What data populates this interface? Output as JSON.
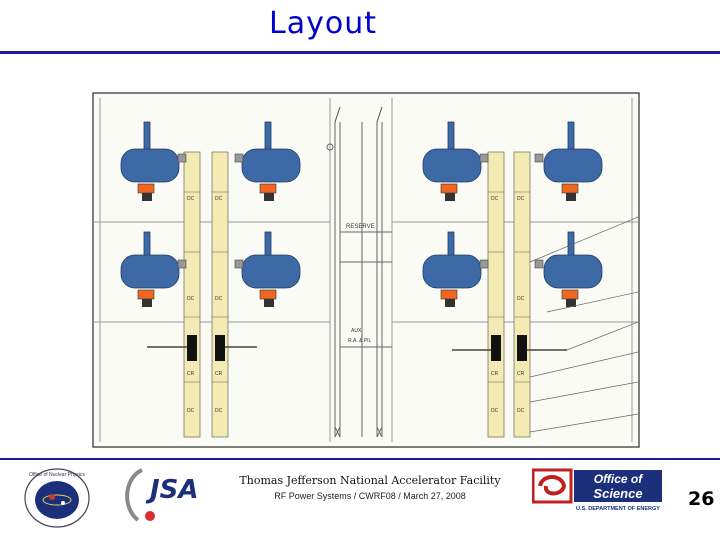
{
  "title": "Layout",
  "footer": {
    "organization": "Thomas Jefferson National Accelerator Facility",
    "subtitle": "RF Power Systems / CWRF08 / March 27, 2008",
    "page_number": "26"
  },
  "drawing_labels": {
    "dc": "DC",
    "cr": "CR",
    "reserve": "RESERVE",
    "aux": "AUX",
    "aux_sub": "R.A. & PIL"
  },
  "logos": {
    "jsa": "JSA",
    "office_line1": "Office of",
    "office_line2": "Science",
    "office_line3": "U.S. DEPARTMENT OF ENERGY",
    "nuclear_physics": "Office of Nuclear Physics"
  },
  "colors": {
    "title": "#0000cc",
    "rule": "#1a1a9a",
    "klystron": "#3d6aa6",
    "flange": "#ee6622",
    "waveguide": "#f4eab4"
  }
}
